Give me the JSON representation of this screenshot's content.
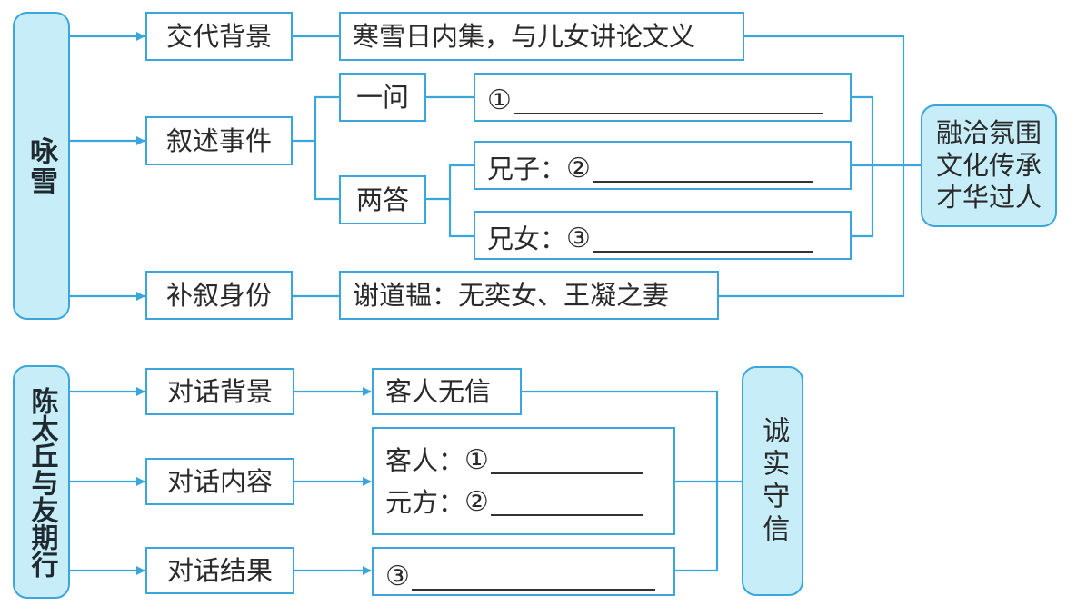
{
  "diagram_1": {
    "root": "咏雪",
    "branches": [
      {
        "label": "交代背景",
        "detail": "寒雪日内集，与儿女讲论文义"
      },
      {
        "label": "叙述事件",
        "sub": [
          {
            "label": "一问",
            "items": [
              {
                "prefix": "",
                "marker": "①"
              }
            ]
          },
          {
            "label": "两答",
            "items": [
              {
                "prefix": "兄子：",
                "marker": "②"
              },
              {
                "prefix": "兄女：",
                "marker": "③"
              }
            ]
          }
        ]
      },
      {
        "label": "补叙身份",
        "detail": "谢道韫：无奕女、王凝之妻"
      }
    ],
    "theme": [
      "融洽氛围",
      "文化传承",
      "才华过人"
    ]
  },
  "diagram_2": {
    "root": "陈太丘与友期行",
    "branches": [
      {
        "label": "对话背景",
        "detail": "客人无信"
      },
      {
        "label": "对话内容",
        "items": [
          {
            "prefix": "客人：",
            "marker": "①"
          },
          {
            "prefix": "元方：",
            "marker": "②"
          }
        ]
      },
      {
        "label": "对话结果",
        "items": [
          {
            "prefix": "",
            "marker": "③"
          }
        ]
      }
    ],
    "theme": "诚实守信"
  },
  "colors": {
    "line": "#3aa6dc",
    "fill": "#c6edf8",
    "text": "#2a2a2a"
  }
}
